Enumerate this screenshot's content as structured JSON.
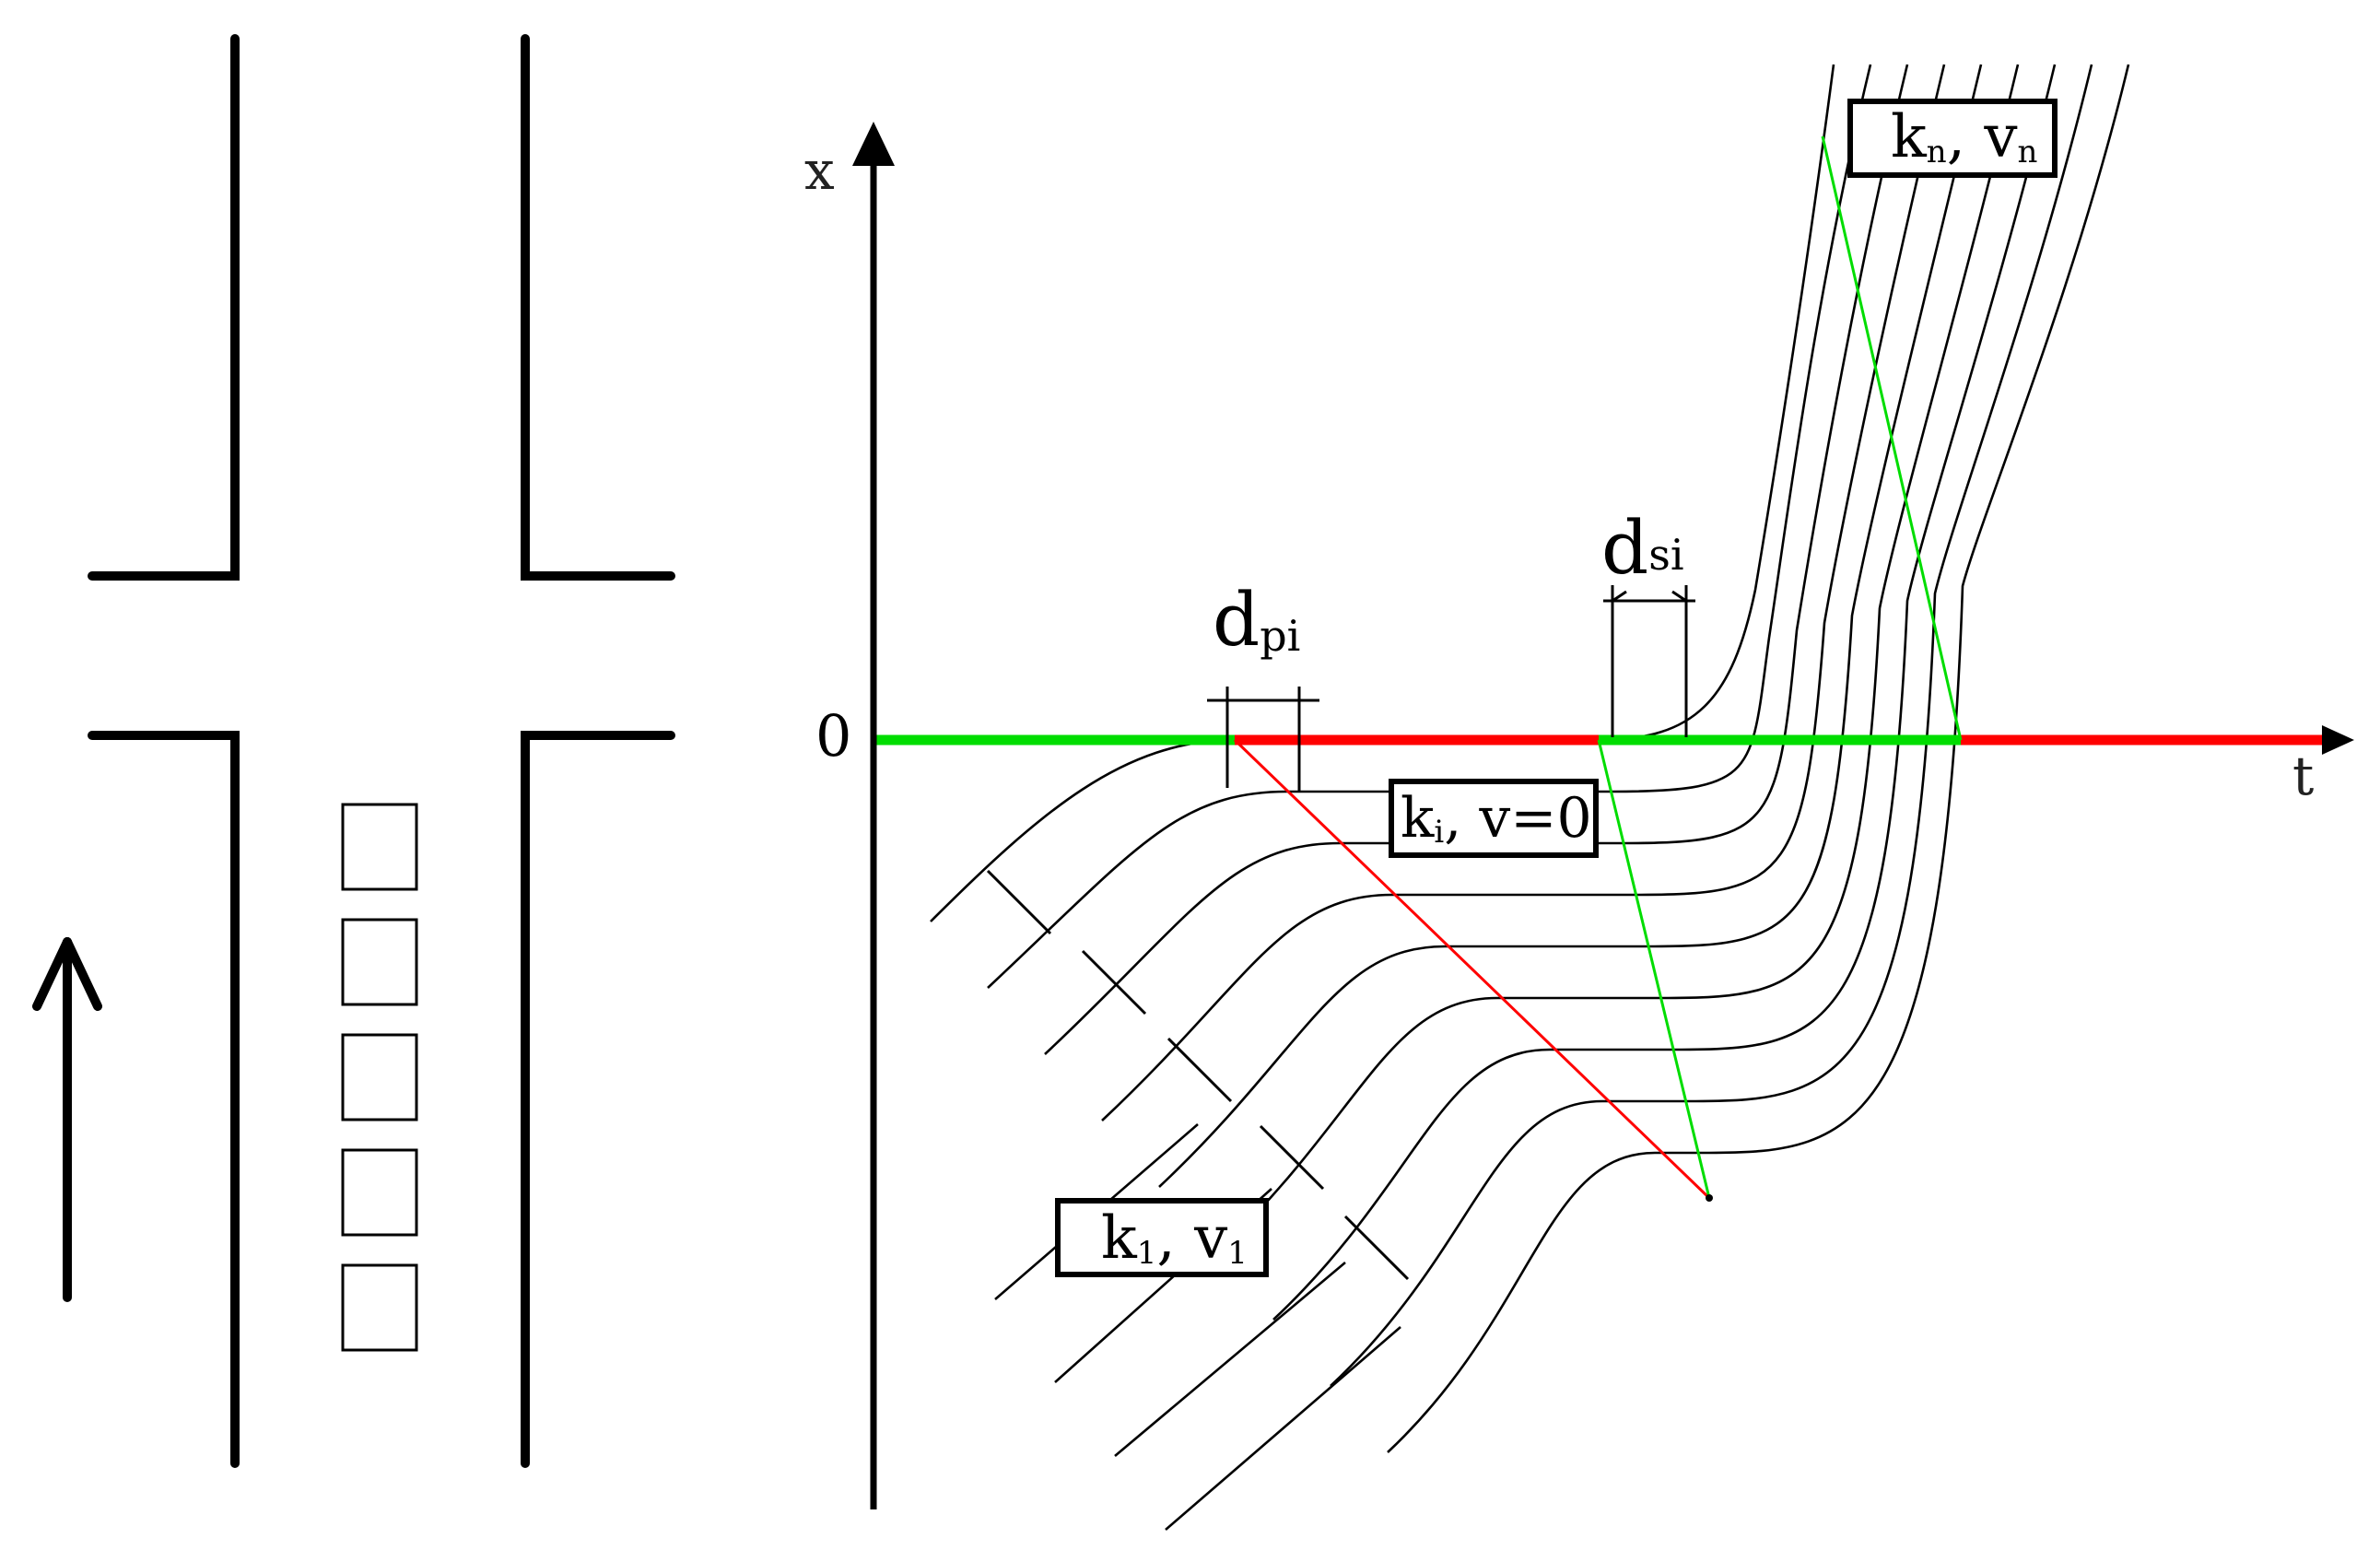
{
  "labels": {
    "x_axis": "x",
    "t_axis": "t",
    "origin": "0",
    "d_p": "d",
    "d_p_sub": "pi",
    "d_s": "d",
    "d_s_sub": "si",
    "k_n": "k",
    "k_n_sub": "n",
    "v_n": "v",
    "v_n_sub": "n",
    "k_i": "k",
    "k_i_sub": "i",
    "k_i_v": ", v=0",
    "k_1": "k",
    "k_1_sub": "1",
    "v_1": "v",
    "v_1_sub": "1"
  },
  "colors": {
    "green": "#00dd00",
    "red": "#ff0000",
    "line": "#000000"
  },
  "icons": [
    "up-arrow-icon"
  ]
}
